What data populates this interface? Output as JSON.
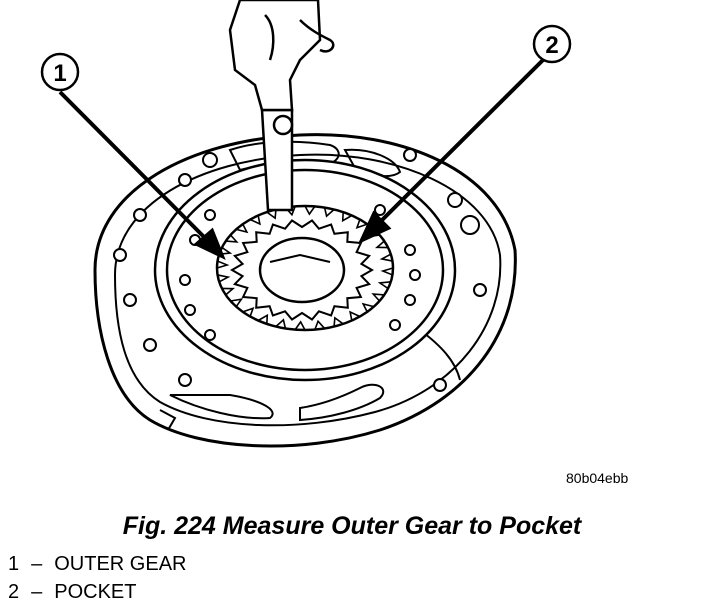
{
  "figure": {
    "callouts": [
      {
        "number": "1"
      },
      {
        "number": "2"
      }
    ],
    "image_code": "80b04ebb"
  },
  "caption": "Fig. 224 Measure Outer Gear to Pocket",
  "legend": [
    {
      "number": "1",
      "dash": "–",
      "label": "OUTER GEAR"
    },
    {
      "number": "2",
      "dash": "–",
      "label": "POCKET"
    }
  ]
}
